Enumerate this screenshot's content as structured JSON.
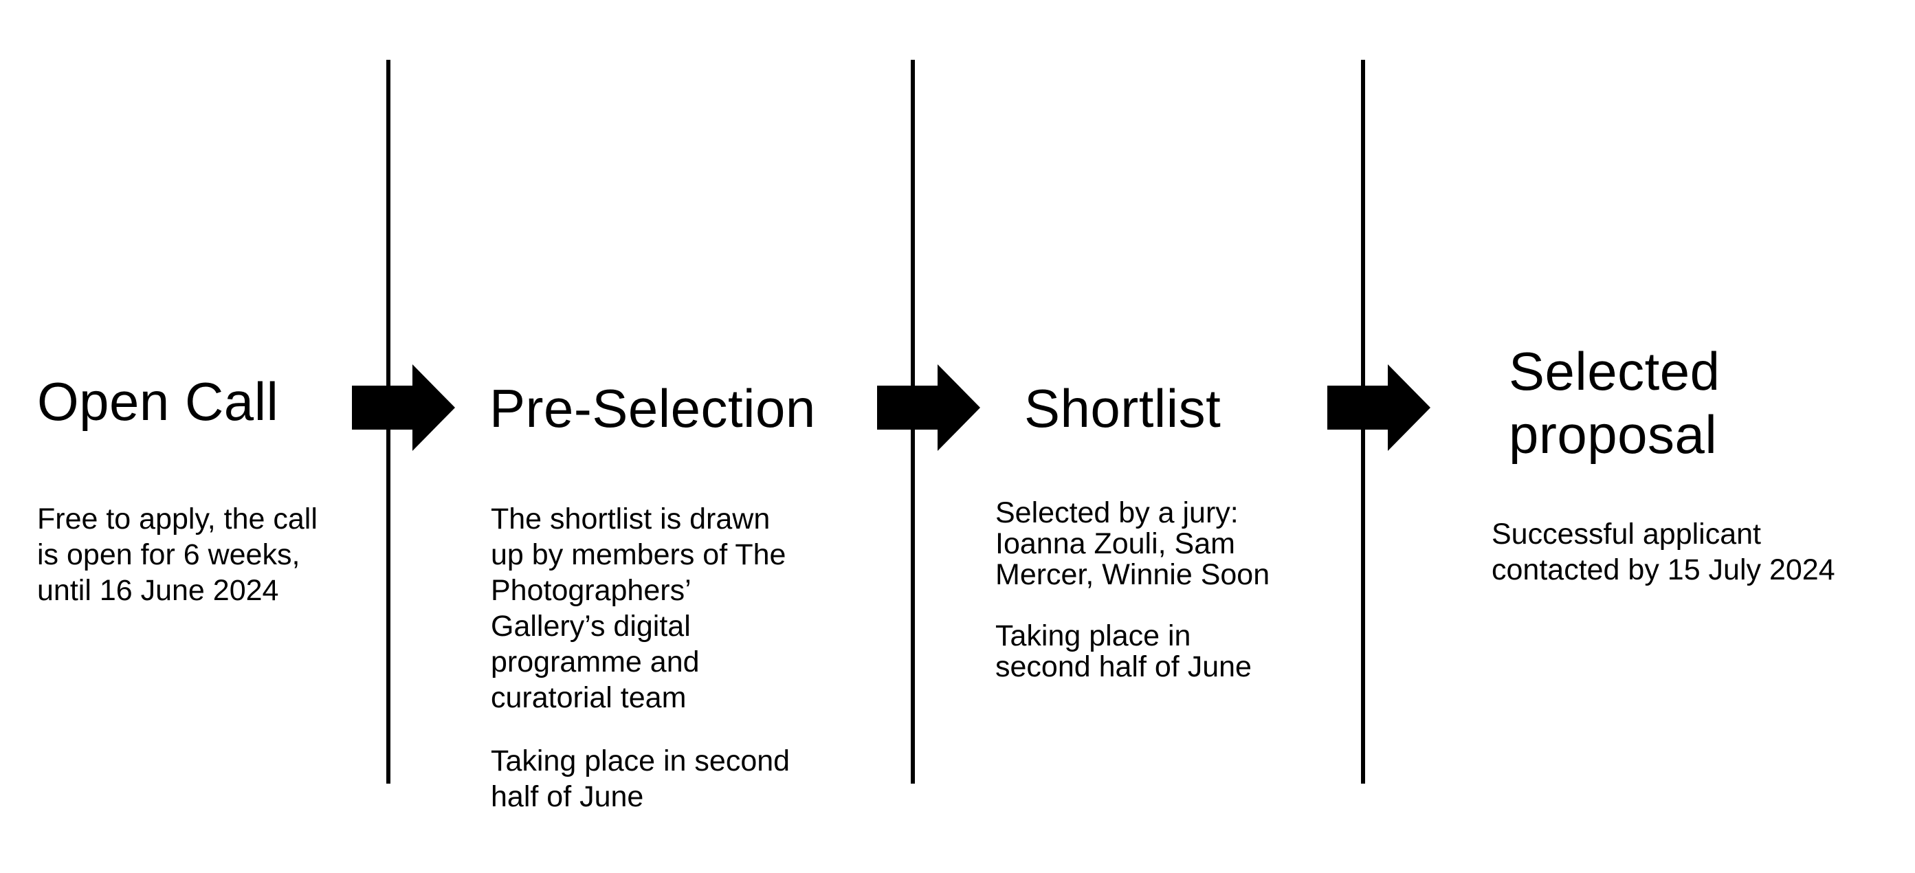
{
  "stages": [
    {
      "title": "Open Call",
      "description": [
        "Free to apply, the call",
        "is open for 6 weeks,",
        "until 16 June 2024"
      ],
      "timing": []
    },
    {
      "title": "Pre-Selection",
      "description": [
        "The shortlist is drawn",
        "up by members of The",
        "Photographers’",
        "Gallery’s digital",
        "programme and",
        "curatorial team"
      ],
      "timing": [
        "Taking place in second",
        "half of June"
      ]
    },
    {
      "title": "Shortlist",
      "description": [
        "Selected by a jury:",
        "Ioanna Zouli, Sam",
        "Mercer, Winnie Soon"
      ],
      "timing": [
        "Taking place in",
        "second half of June"
      ]
    },
    {
      "title": [
        "Selected",
        "proposal"
      ],
      "description": [
        "Successful applicant",
        "contacted by 15 July 2024"
      ],
      "timing": []
    }
  ],
  "colors": {
    "background": "#ffffff",
    "foreground": "#000000"
  },
  "icons": {
    "arrow": "right-arrow-icon",
    "divider": "vertical-divider-line"
  }
}
